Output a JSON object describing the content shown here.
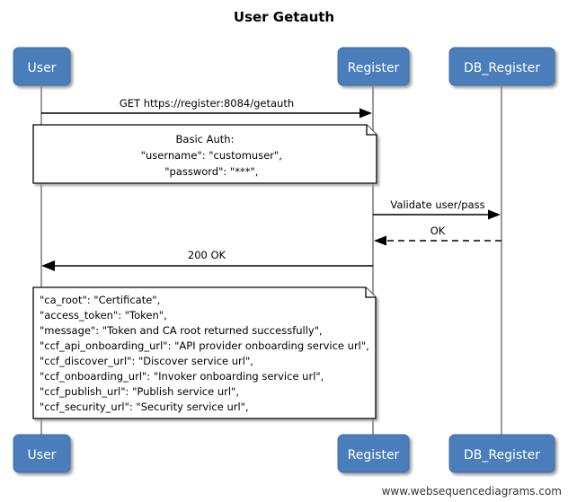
{
  "diagram": {
    "title": "User Getauth",
    "watermark": "www.websequencediagrams.com",
    "colors": {
      "participant_fill": "#4a7ebb",
      "participant_text": "#ffffff",
      "lifeline": "#808080",
      "arrow": "#000000",
      "note_fill": "#ffffff",
      "note_border": "#000000",
      "background": "#ffffff"
    },
    "participants": [
      {
        "id": "user",
        "label": "User"
      },
      {
        "id": "register",
        "label": "Register"
      },
      {
        "id": "db_register",
        "label": "DB_Register"
      }
    ],
    "participants_bottom": [
      {
        "id": "user",
        "label": "User"
      },
      {
        "id": "register",
        "label": "Register"
      },
      {
        "id": "db_register",
        "label": "DB_Register"
      }
    ],
    "messages": [
      {
        "id": "m1",
        "label": "GET https://register:8084/getauth",
        "from": "user",
        "to": "register",
        "style": "solid",
        "direction": "right"
      },
      {
        "id": "m2",
        "label": "Validate user/pass",
        "from": "register",
        "to": "db_register",
        "style": "solid",
        "direction": "right"
      },
      {
        "id": "m3",
        "label": "OK",
        "from": "db_register",
        "to": "register",
        "style": "dashed",
        "direction": "left"
      },
      {
        "id": "m4",
        "label": "200 OK",
        "from": "register",
        "to": "user",
        "style": "solid",
        "direction": "left"
      }
    ],
    "notes": [
      {
        "id": "note-basic-auth",
        "align": "center",
        "lines": [
          "Basic Auth:",
          "    \"username\": \"customuser\",",
          "    \"password\": \"***\","
        ]
      },
      {
        "id": "note-response-body",
        "align": "left",
        "lines": [
          "\"ca_root\": \"Certificate\",",
          "\"access_token\": \"Token\",",
          "\"message\": \"Token and CA root returned successfully\",",
          "\"ccf_api_onboarding_url\": \"API provider onboarding service url\",",
          "\"ccf_discover_url\": \"Discover service url\",",
          "\"ccf_onboarding_url\": \"Invoker onboarding service url\",",
          "\"ccf_publish_url\": \"Publish service url\",",
          "\"ccf_security_url\": \"Security service url\","
        ]
      }
    ]
  }
}
